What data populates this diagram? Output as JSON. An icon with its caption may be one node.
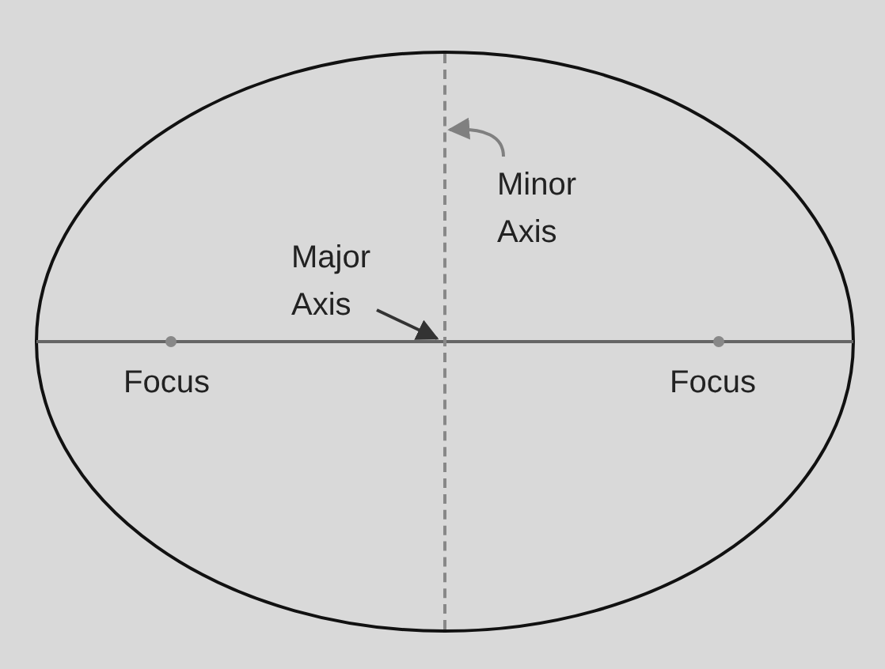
{
  "diagram": {
    "nodes": [
      {
        "text": [
          "Major Axis"
        ]
      },
      {
        "text": [],
        "shape": "line"
      },
      {
        "text": [
          "Minor Axis"
        ]
      },
      {
        "text": [],
        "shape": "line"
      }
    ],
    "edges": [
      {
        "from": 0,
        "to": 1,
        "arrow": "to"
      },
      {
        "from": 2,
        "to": 3,
        "arrow": "to",
        "color": "#808080"
      }
    ],
    "labels": [
      "Focus",
      "Focus"
    ]
  }
}
